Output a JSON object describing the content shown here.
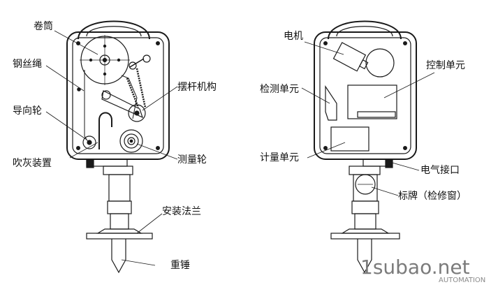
{
  "left_device": {
    "labels": {
      "reel": "卷筒",
      "wire_rope": "钢丝绳",
      "guide_wheel": "导向轮",
      "dust_blower": "吹灰装置",
      "swing_lever": "摆杆机构",
      "measuring_wheel": "测量轮",
      "mounting_flange": "安装法兰",
      "weight": "重锤"
    }
  },
  "right_device": {
    "labels": {
      "motor": "电机",
      "control_unit": "控制单元",
      "detection_unit": "检测单元",
      "counting_unit": "计量单元",
      "electrical_interface": "电气接口",
      "nameplate": "标牌（检修窗）"
    }
  },
  "watermark": {
    "site": "1subao.net",
    "sub": "AUTOMATION"
  },
  "colors": {
    "line": "#1a1a1a",
    "label": "#111111",
    "watermark": "#7b7b7b"
  }
}
